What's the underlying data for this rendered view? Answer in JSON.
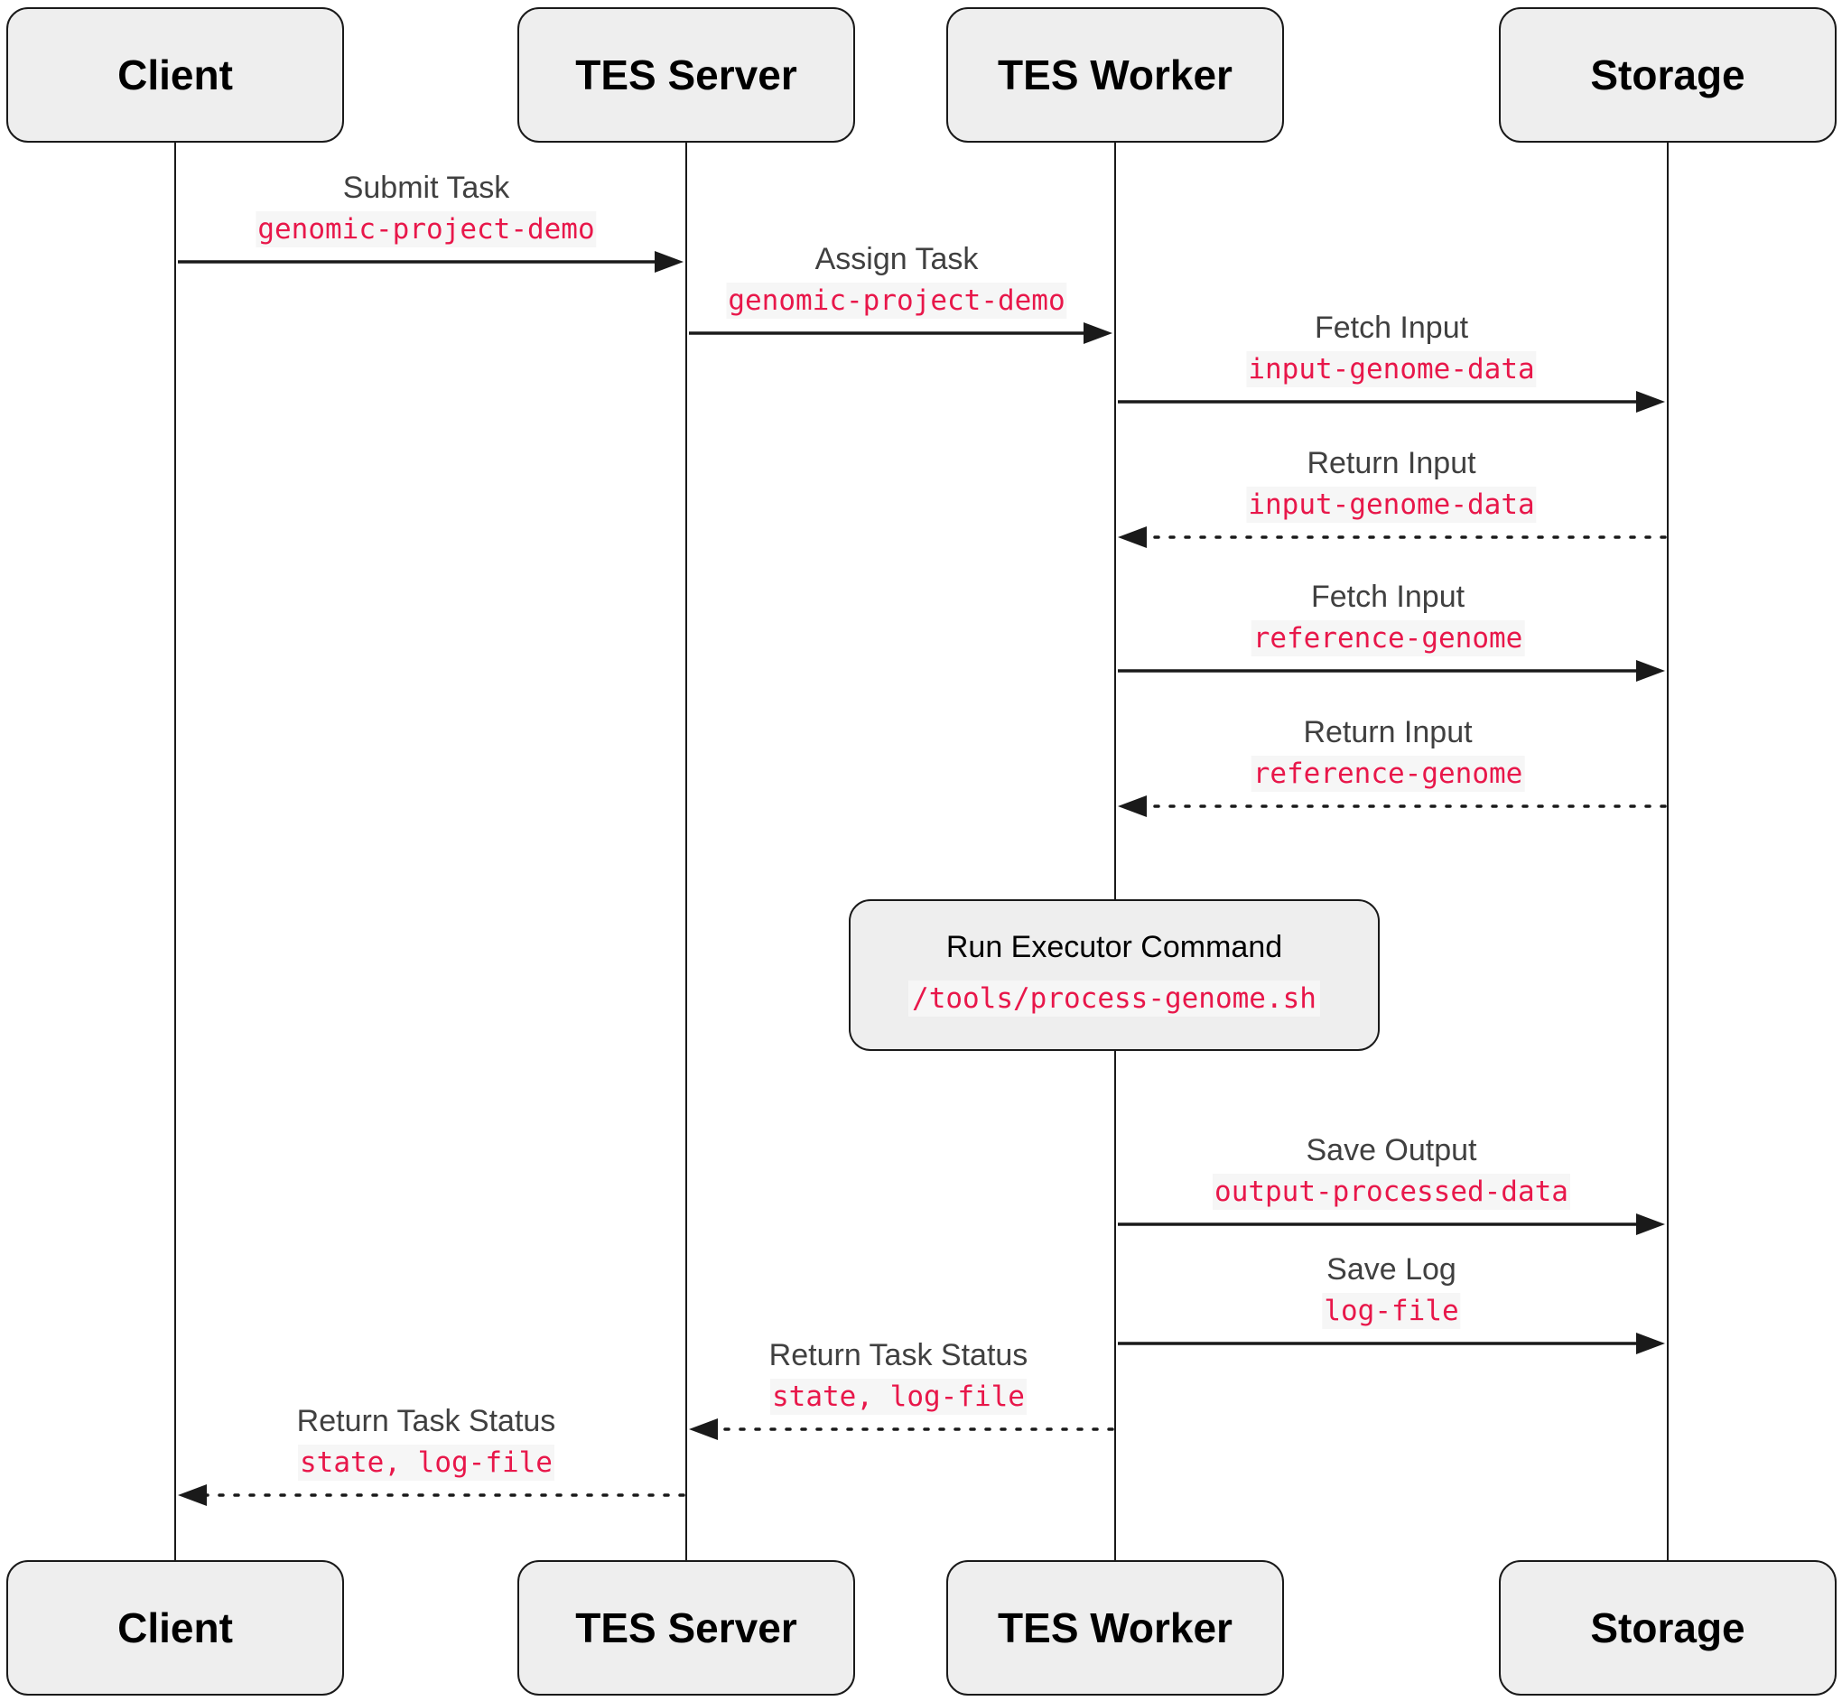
{
  "participants": [
    {
      "id": "client",
      "label": "Client"
    },
    {
      "id": "tes-server",
      "label": "TES Server"
    },
    {
      "id": "tes-worker",
      "label": "TES Worker"
    },
    {
      "id": "storage",
      "label": "Storage"
    }
  ],
  "messages": [
    {
      "from": "client",
      "to": "tes-server",
      "label": "Submit Task",
      "code": "genomic-project-demo",
      "style": "solid"
    },
    {
      "from": "tes-server",
      "to": "tes-worker",
      "label": "Assign Task",
      "code": "genomic-project-demo",
      "style": "solid"
    },
    {
      "from": "tes-worker",
      "to": "storage",
      "label": "Fetch Input",
      "code": "input-genome-data",
      "style": "solid"
    },
    {
      "from": "storage",
      "to": "tes-worker",
      "label": "Return Input",
      "code": "input-genome-data",
      "style": "dotted"
    },
    {
      "from": "tes-worker",
      "to": "storage",
      "label": "Fetch Input",
      "code": "reference-genome",
      "style": "solid"
    },
    {
      "from": "storage",
      "to": "tes-worker",
      "label": "Return Input",
      "code": "reference-genome",
      "style": "dotted"
    },
    {
      "from": "tes-worker",
      "to": "storage",
      "label": "Save Output",
      "code": "output-processed-data",
      "style": "solid"
    },
    {
      "from": "tes-worker",
      "to": "storage",
      "label": "Save Log",
      "code": "log-file",
      "style": "solid"
    },
    {
      "from": "tes-worker",
      "to": "tes-server",
      "label": "Return Task Status",
      "code": "state, log-file",
      "style": "dotted"
    },
    {
      "from": "tes-server",
      "to": "client",
      "label": "Return Task Status",
      "code": "state, log-file",
      "style": "dotted"
    }
  ],
  "note": {
    "over": "tes-worker",
    "title": "Run Executor Command",
    "code": "/tools/process-genome.sh"
  },
  "colors": {
    "line": "#1a1a1a",
    "box_fill": "#eeeeee",
    "code_text": "#e8174a",
    "label_text": "#404040"
  }
}
